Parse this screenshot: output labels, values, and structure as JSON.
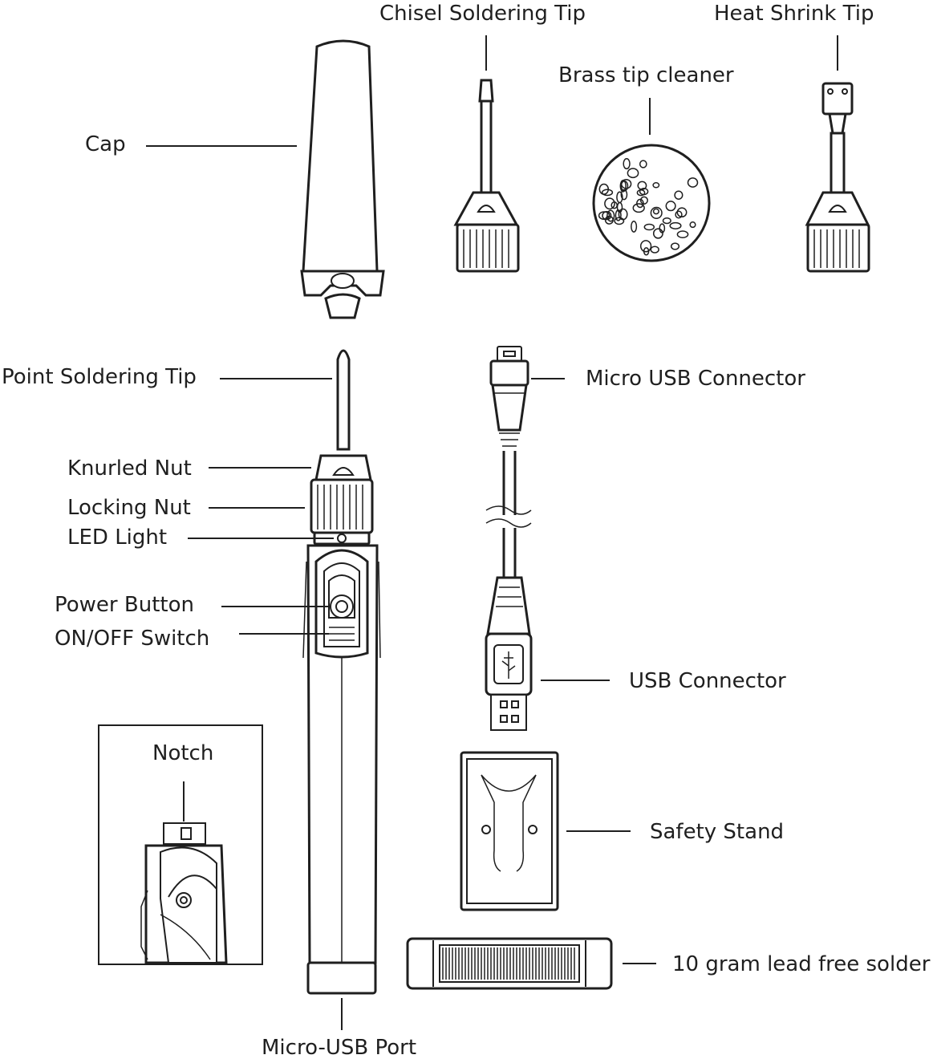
{
  "labels": {
    "cap": "Cap",
    "chisel_tip": "Chisel Soldering Tip",
    "brass_cleaner": "Brass tip cleaner",
    "heat_shrink_tip": "Heat Shrink Tip",
    "point_tip": "Point Soldering Tip",
    "micro_usb_connector": "Micro USB Connector",
    "knurled_nut": "Knurled Nut",
    "locking_nut": "Locking Nut",
    "led_light": "LED Light",
    "power_button": "Power Button",
    "on_off_switch": "ON/OFF Switch",
    "usb_connector": "USB Connector",
    "notch": "Notch",
    "safety_stand": "Safety Stand",
    "solder": "10 gram lead free solder",
    "micro_usb_port": "Micro-USB Port"
  },
  "colors": {
    "ink": "#1f1f1f",
    "background": "#ffffff"
  }
}
